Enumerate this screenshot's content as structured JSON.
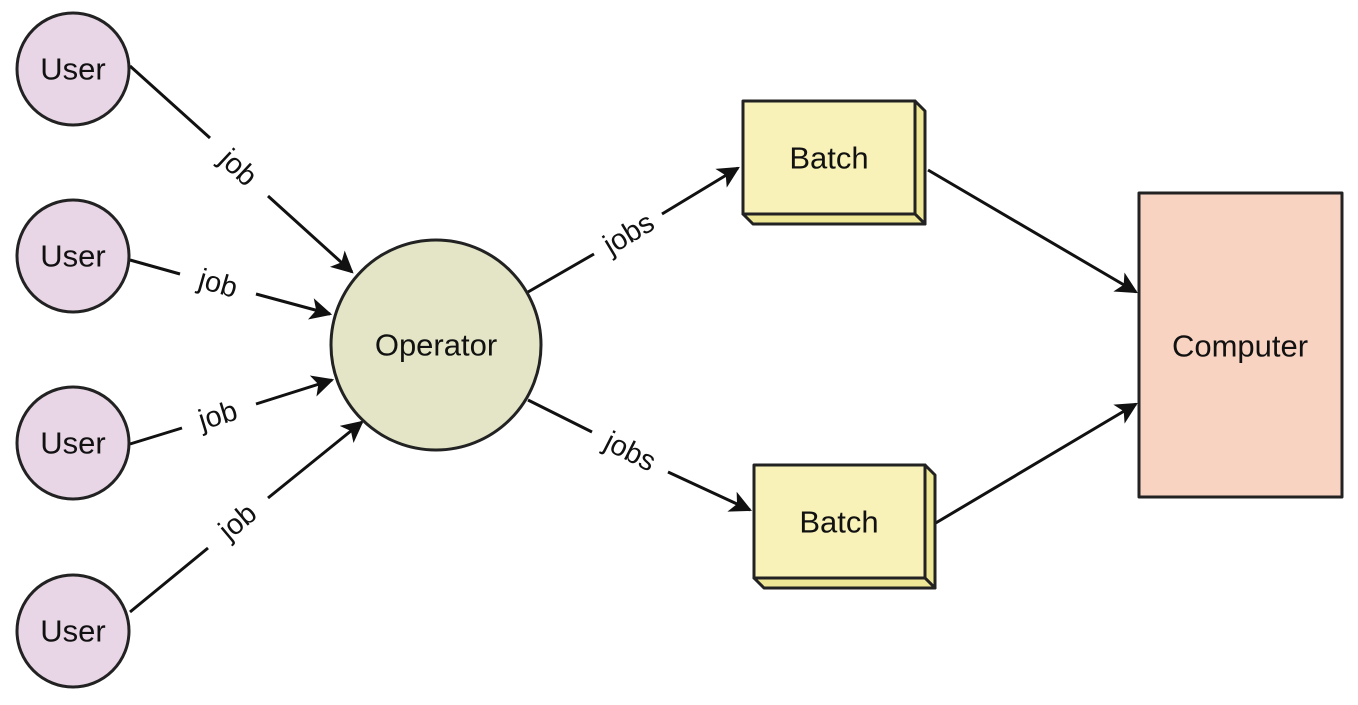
{
  "users": [
    {
      "label": "User"
    },
    {
      "label": "User"
    },
    {
      "label": "User"
    },
    {
      "label": "User"
    }
  ],
  "operator": {
    "label": "Operator"
  },
  "batches": [
    {
      "label": "Batch"
    },
    {
      "label": "Batch"
    }
  ],
  "computer": {
    "label": "Computer"
  },
  "edges": {
    "user_to_operator": [
      "job",
      "job",
      "job",
      "job"
    ],
    "operator_to_batch": [
      "jobs",
      "jobs"
    ]
  },
  "colors": {
    "user_fill": "#e8d6e6",
    "operator_fill": "#e3e5c6",
    "batch_fill": "#f8f1b8",
    "batch_side": "#eee896",
    "computer_fill": "#f8d3c1",
    "stroke": "#222222"
  }
}
